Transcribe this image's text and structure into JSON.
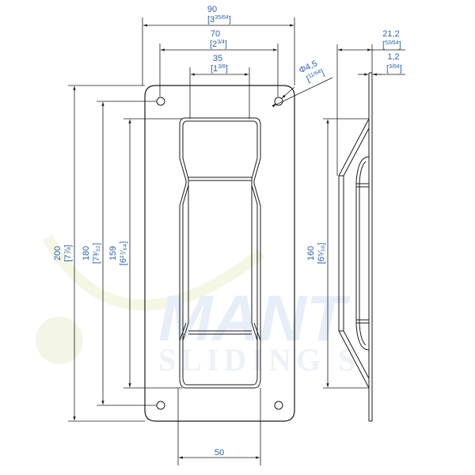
{
  "drawing": {
    "title": "Flush pull plate technical drawing",
    "units": "mm [inch]",
    "line_color": "#1a1a1a",
    "dim_text_color": "#2f64b0",
    "watermark": {
      "line1": "MANT",
      "line2": "SLIDING S",
      "color": "#e8eef8"
    }
  },
  "dimensions": {
    "width_overall": {
      "mm": "90",
      "inch_whole": "[3",
      "inch_frac": "35/64",
      "inch_close": "]"
    },
    "hole_spacing_h": {
      "mm": "70",
      "inch_whole": "[2",
      "inch_frac": "3/4",
      "inch_close": "]"
    },
    "recess_width_top": {
      "mm": "35",
      "inch_whole": "[1",
      "inch_frac": "3/8",
      "inch_close": "]"
    },
    "hole_diameter": {
      "mm": "Φ4,5",
      "inch_whole": "[",
      "inch_frac": "11/64",
      "inch_close": "]"
    },
    "depth_overall": {
      "mm": "21,2",
      "inch_whole": "[",
      "inch_frac": "53/64",
      "inch_close": "]"
    },
    "plate_thickness": {
      "mm": "1,2",
      "inch_whole": "[",
      "inch_frac": "3/64",
      "inch_close": "]"
    },
    "height_overall": {
      "mm": "200",
      "inch": "[7⅞]"
    },
    "hole_spacing_v": {
      "mm": "180",
      "inch": "[7³⁄₃₂]"
    },
    "recess_height": {
      "mm": "159",
      "inch": "[6¹⁷⁄₆₄]"
    },
    "side_recess_height": {
      "mm": "160",
      "inch": "[6⁵⁄₁₆]"
    },
    "recess_width_bottom": {
      "mm": "50"
    }
  }
}
